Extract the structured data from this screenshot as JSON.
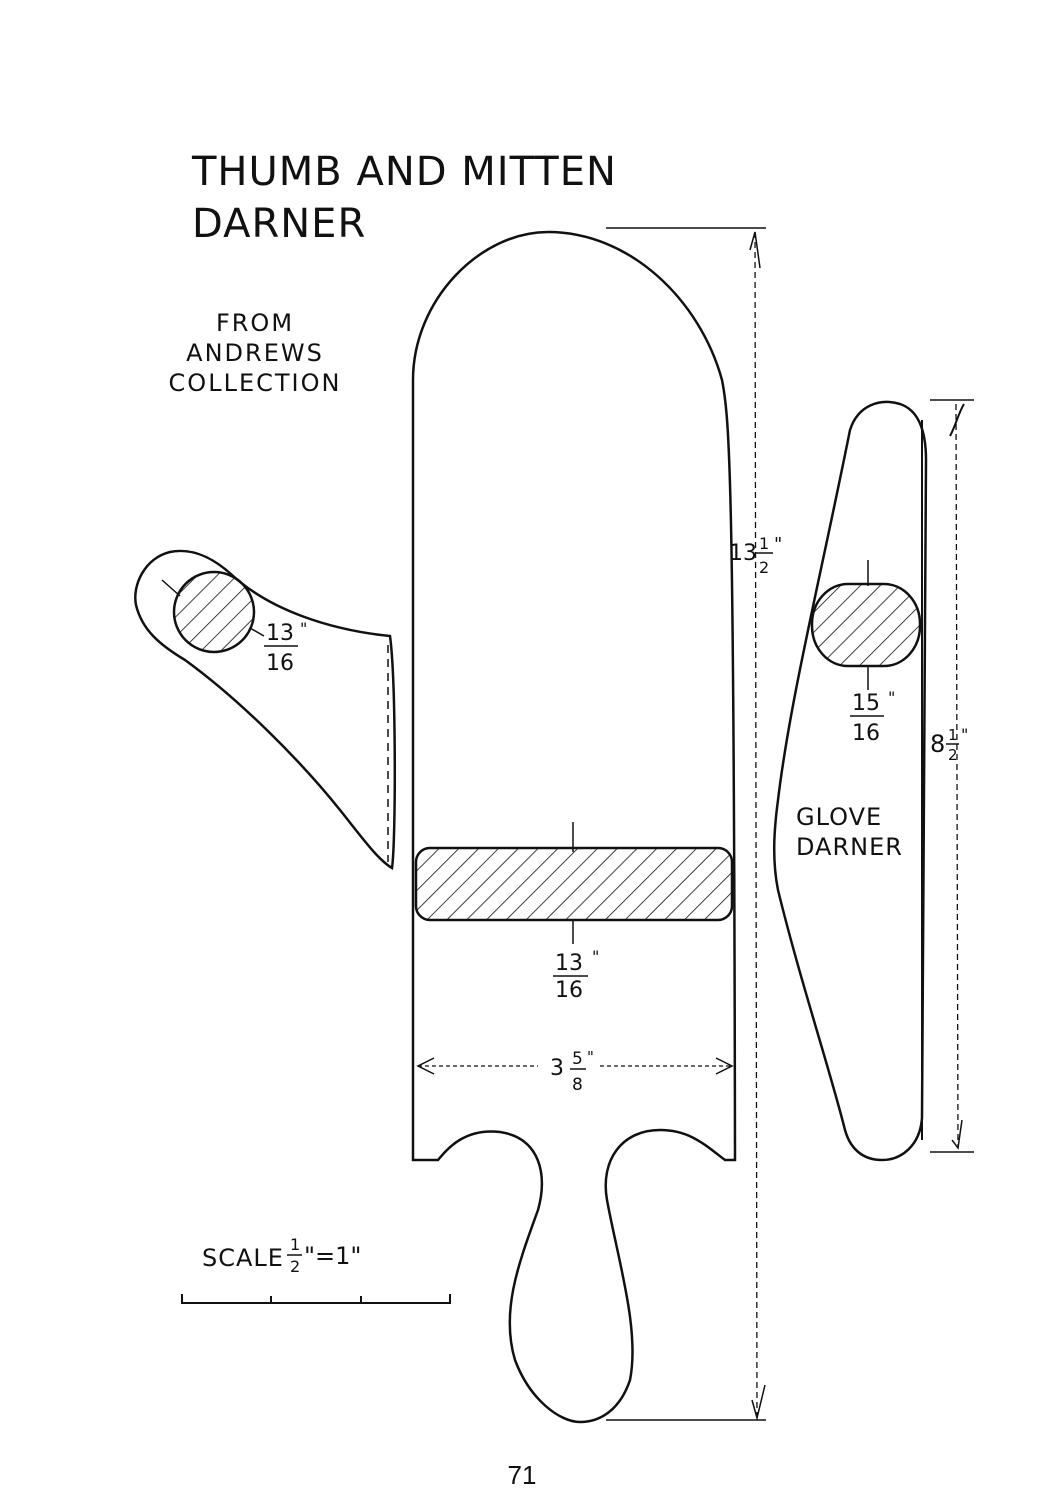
{
  "title": {
    "line1": "THUMB AND MITTEN",
    "line2": "DARNER"
  },
  "source": {
    "line1": "FROM",
    "line2": "ANDREWS",
    "line3": "COLLECTION"
  },
  "dimensions": {
    "mitten_length": {
      "whole": "13",
      "num": "1",
      "den": "2",
      "unit": "\""
    },
    "mitten_thickness": {
      "num": "13",
      "den": "16",
      "unit": "\""
    },
    "mitten_width": {
      "whole": "3",
      "num": "5",
      "den": "8",
      "unit": "\""
    },
    "thumb_thickness": {
      "num": "13",
      "den": "16",
      "unit": "\""
    },
    "glove_thickness": {
      "num": "15",
      "den": "16",
      "unit": "\""
    },
    "glove_length": {
      "whole": "8",
      "num": "1",
      "den": "2",
      "unit": "\""
    }
  },
  "glove_label": {
    "line1": "GLOVE",
    "line2": "DARNER"
  },
  "scale": {
    "label": "SCALE",
    "num": "1",
    "den": "2",
    "equals": "\"=1\""
  },
  "page_number": "71"
}
